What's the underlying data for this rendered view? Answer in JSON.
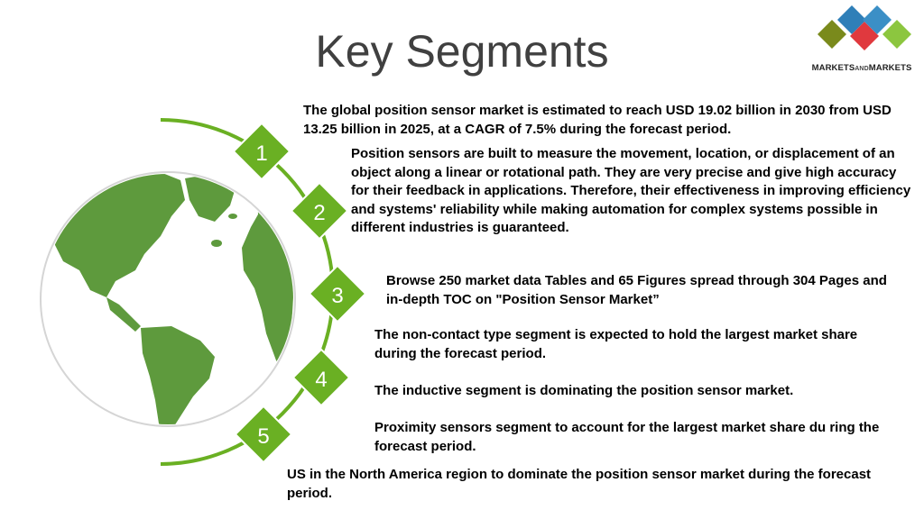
{
  "header": {
    "title": "Key Segments",
    "logo_text_prefix": "MARKETS",
    "logo_text_and": "AND",
    "logo_text_suffix": "MARKETS"
  },
  "badges": [
    "1",
    "2",
    "3",
    "4",
    "5"
  ],
  "colors": {
    "accent_green": "#6ab023",
    "globe_green": "#5e9a3d",
    "logo_red": "#e0393e",
    "logo_blue": "#2f7fb8",
    "logo_olive": "#7a8a1c",
    "logo_lime": "#8cc63f"
  },
  "content": {
    "intro": "The global position sensor market is estimated to reach USD 19.02 billion in 2030 from USD 13.25 billion in 2025, at a CAGR of 7.5% during the forecast period.",
    "definition": "Position sensors are built to measure the movement, location, or displacement of an object along a linear or rotational path. They are very precise and give high accuracy for their feedback in applications. Therefore, their effectiveness in improving efficiency and systems' reliability while making automation for complex systems possible in different industries is guaranteed.",
    "browse": "Browse 250 market data Tables and 65 Figures spread through 304 Pages and in-depth TOC on \"Position Sensor Market”",
    "point_noncontact": "The non-contact type segment is expected to hold the largest market share during the forecast period.",
    "point_inductive": "The inductive segment is dominating the position sensor market.",
    "point_proximity": "Proximity sensors segment to account for the largest market share du ring the forecast period.",
    "point_us": "US in the North America region to dominate the position sensor market during the forecast period."
  }
}
